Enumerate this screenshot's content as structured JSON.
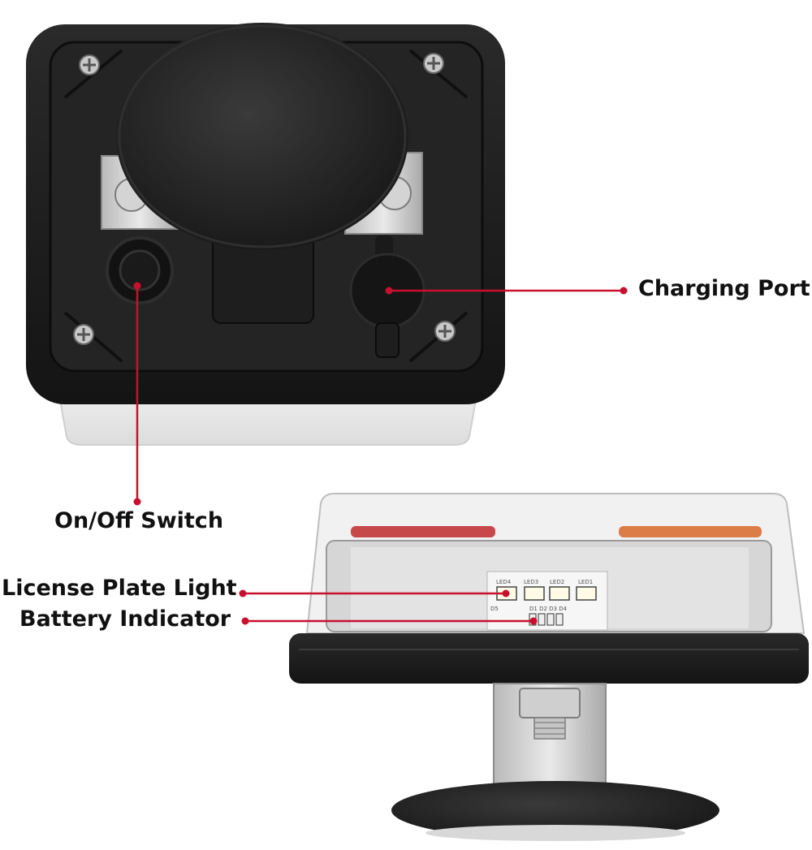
{
  "callouts": {
    "charging_port": "Charging Port",
    "on_off_switch": "On/Off Switch",
    "license_plate_light": "License Plate Light",
    "battery_indicator": "Battery Indicator"
  },
  "pcb_labels": {
    "led4": "LED4",
    "led3": "LED3",
    "led2": "LED2",
    "led1": "LED1",
    "d5": "D5",
    "d_row": "D1 D2 D3 D4"
  },
  "colors": {
    "callout_line": "#c8102e",
    "housing": "#1c1c1c",
    "lens_red": "#c02a2a",
    "lens_amber": "#d8692a"
  }
}
